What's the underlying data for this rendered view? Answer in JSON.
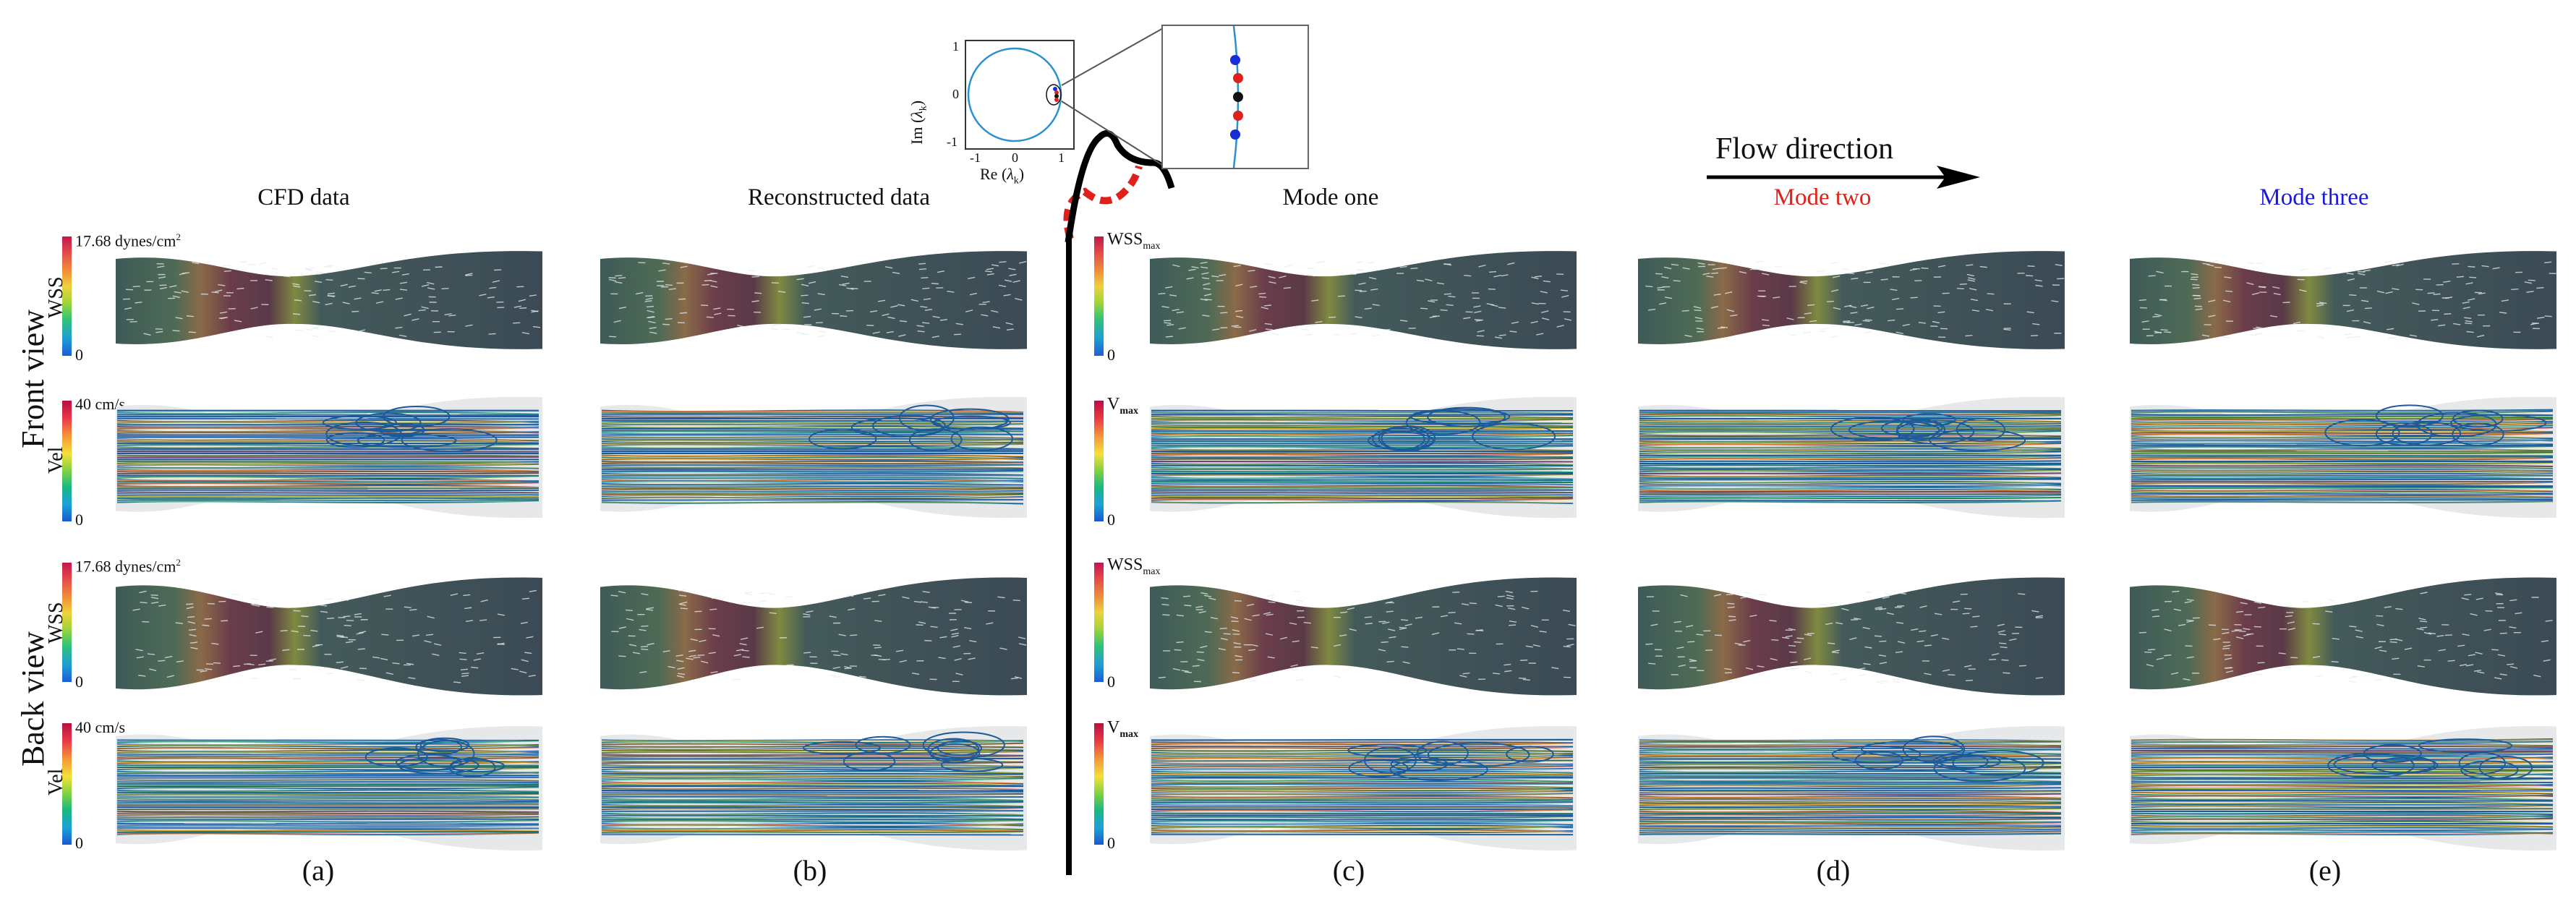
{
  "column_titles": [
    {
      "text": "CFD data",
      "color": "#111111"
    },
    {
      "text": "Reconstructed data",
      "color": "#111111"
    },
    {
      "text": "Mode one",
      "color": "#111111"
    },
    {
      "text": "Mode two",
      "color": "#e0201b"
    },
    {
      "text": "Mode three",
      "color": "#1a1adb"
    }
  ],
  "captions": [
    "(a)",
    "(b)",
    "(c)",
    "(d)",
    "(e)"
  ],
  "row_labels": {
    "front": "Front view",
    "back": "Back view"
  },
  "colorbars": {
    "wss_name": "WSS",
    "vel_name": "Vel",
    "wss_max_data": "17.68 dynes/cm",
    "wss_max_sup": "2",
    "vel_max_data": "40 cm/s",
    "wss_max_mode": "WSS",
    "wss_max_mode_sub": "max",
    "vel_max_mode": "V",
    "vel_max_mode_sub": "max",
    "zero": "0"
  },
  "flow_direction": "Flow direction",
  "eigen_inset": {
    "ylabel_main": "Im (",
    "ylabel_sym": "λ",
    "ylabel_sub": "k",
    "ylabel_end": ")",
    "xlabel_main": "Re (",
    "xlabel_sym": "λ",
    "xlabel_sub": "k",
    "xlabel_end": ")",
    "yticks": [
      "1",
      "0",
      "-1"
    ],
    "xticks": [
      "-1",
      "0",
      "1"
    ],
    "eigenvalue_colors": [
      "#1a2bd8",
      "#e0201b",
      "#111111",
      "#e0201b",
      "#1a2bd8"
    ]
  },
  "colors": {
    "wss_band": "#c2174a",
    "mode_two": "#e0201b",
    "mode_three": "#1a1adb",
    "divider": "#000000"
  }
}
